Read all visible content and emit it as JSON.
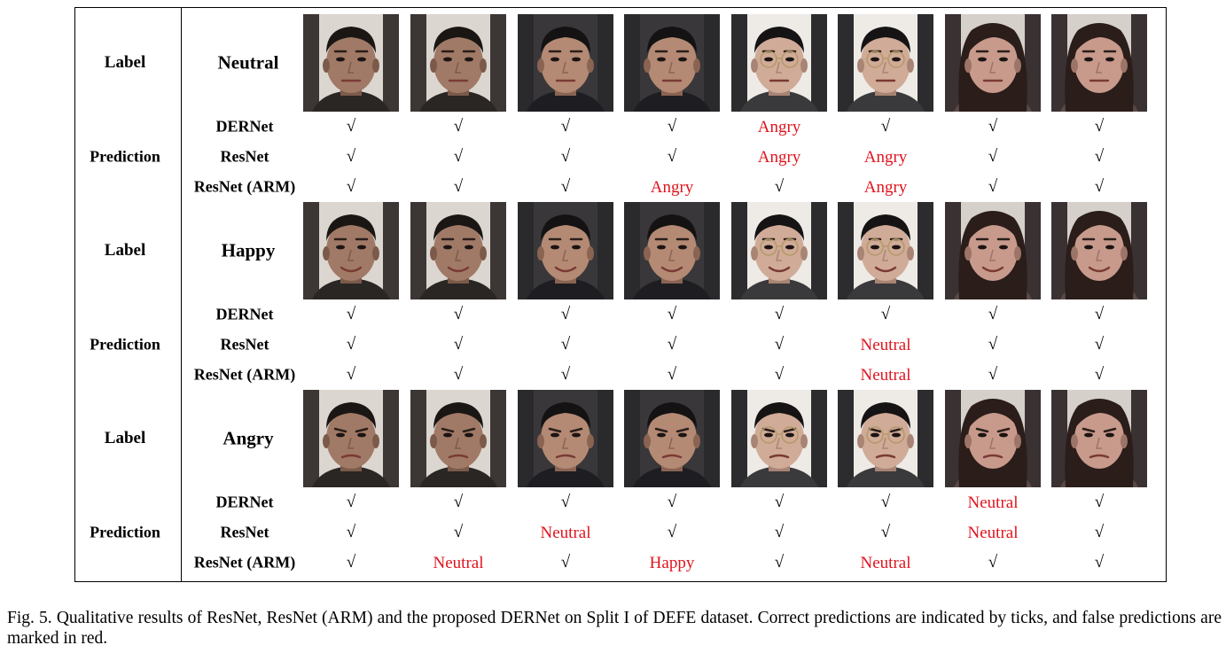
{
  "figure": {
    "label_text": "Label",
    "prediction_text": "Prediction",
    "models": [
      "DERNet",
      "ResNet",
      "ResNet (ARM)"
    ],
    "correct_mark": "√",
    "wrong_color": "#e0141e",
    "groups": [
      {
        "emotion": "Neutral",
        "faces": [
          {
            "subject": "man-1",
            "glasses": false,
            "expression": "neutral"
          },
          {
            "subject": "man-1",
            "glasses": false,
            "expression": "neutral"
          },
          {
            "subject": "man-2",
            "glasses": false,
            "expression": "neutral"
          },
          {
            "subject": "man-2",
            "glasses": false,
            "expression": "neutral"
          },
          {
            "subject": "man-3",
            "glasses": true,
            "expression": "neutral"
          },
          {
            "subject": "man-3",
            "glasses": true,
            "expression": "neutral"
          },
          {
            "subject": "woman-1",
            "glasses": false,
            "expression": "neutral"
          },
          {
            "subject": "woman-1",
            "glasses": false,
            "expression": "neutral"
          }
        ],
        "predictions": [
          [
            "√",
            "√",
            "√",
            "√",
            "Angry",
            "√",
            "√",
            "√"
          ],
          [
            "√",
            "√",
            "√",
            "√",
            "Angry",
            "Angry",
            "√",
            "√"
          ],
          [
            "√",
            "√",
            "√",
            "Angry",
            "√",
            "Angry",
            "√",
            "√"
          ]
        ]
      },
      {
        "emotion": "Happy",
        "faces": [
          {
            "subject": "man-1",
            "glasses": false,
            "expression": "happy"
          },
          {
            "subject": "man-1",
            "glasses": false,
            "expression": "happy"
          },
          {
            "subject": "man-2",
            "glasses": false,
            "expression": "happy"
          },
          {
            "subject": "man-2",
            "glasses": false,
            "expression": "happy"
          },
          {
            "subject": "man-3",
            "glasses": true,
            "expression": "happy"
          },
          {
            "subject": "man-3",
            "glasses": true,
            "expression": "happy"
          },
          {
            "subject": "woman-1",
            "glasses": false,
            "expression": "happy"
          },
          {
            "subject": "woman-1",
            "glasses": false,
            "expression": "happy"
          }
        ],
        "predictions": [
          [
            "√",
            "√",
            "√",
            "√",
            "√",
            "√",
            "√",
            "√"
          ],
          [
            "√",
            "√",
            "√",
            "√",
            "√",
            "Neutral",
            "√",
            "√"
          ],
          [
            "√",
            "√",
            "√",
            "√",
            "√",
            "Neutral",
            "√",
            "√"
          ]
        ]
      },
      {
        "emotion": "Angry",
        "faces": [
          {
            "subject": "man-1",
            "glasses": false,
            "expression": "angry"
          },
          {
            "subject": "man-1",
            "glasses": false,
            "expression": "angry"
          },
          {
            "subject": "man-2",
            "glasses": false,
            "expression": "angry"
          },
          {
            "subject": "man-2",
            "glasses": false,
            "expression": "angry"
          },
          {
            "subject": "man-3",
            "glasses": true,
            "expression": "angry"
          },
          {
            "subject": "man-3",
            "glasses": true,
            "expression": "angry"
          },
          {
            "subject": "woman-1",
            "glasses": false,
            "expression": "angry"
          },
          {
            "subject": "woman-1",
            "glasses": false,
            "expression": "angry"
          }
        ],
        "predictions": [
          [
            "√",
            "√",
            "√",
            "√",
            "√",
            "√",
            "Neutral",
            "√"
          ],
          [
            "√",
            "√",
            "Neutral",
            "√",
            "√",
            "√",
            "Neutral",
            "√"
          ],
          [
            "√",
            "Neutral",
            "√",
            "Happy",
            "√",
            "Neutral",
            "√",
            "√"
          ]
        ]
      }
    ]
  },
  "caption": "Fig. 5.  Qualitative results of ResNet, ResNet (ARM) and the proposed DERNet on Split I of DEFE dataset. Correct predictions are indicated by ticks, and false predictions are marked in red."
}
